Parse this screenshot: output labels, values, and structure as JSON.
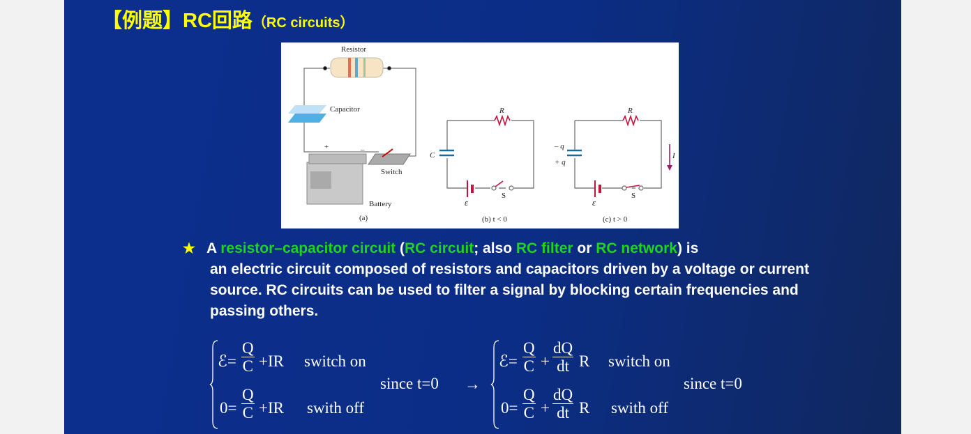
{
  "title": {
    "main": "【例题】RC回路",
    "sub": "（RC circuits）"
  },
  "figure": {
    "resistor_label": "Resistor",
    "capacitor_label": "Capacitor",
    "switch_label": "Switch",
    "battery_label": "Battery",
    "plus": "+",
    "minus": "–",
    "R": "R",
    "C": "C",
    "S": "S",
    "emf": "ε",
    "minus_q": "– q",
    "plus_q": "+ q",
    "I": "I",
    "caption_a": "(a)",
    "caption_b": "(b)  t < 0",
    "caption_c": "(c)  t > 0"
  },
  "paragraph": {
    "star": "★",
    "p1": "A ",
    "g1": "resistor–capacitor circuit",
    "p2": " (",
    "g2": "RC circuit",
    "p3": "; also ",
    "g3": "RC filter",
    "p4": " or ",
    "g4": "RC network",
    "p5": ") is",
    "rest": "an electric circuit composed of resistors and capacitors driven by a voltage or current source. RC circuits can be used to filter a signal by blocking certain frequencies and passing others."
  },
  "equations": {
    "left": {
      "row1_lhs": "ℰ=",
      "row1_num": "Q",
      "row1_den": "C",
      "row1_tail": "+IR",
      "row1_note": "switch on",
      "row2_lhs": "0=",
      "row2_num": "Q",
      "row2_den": "C",
      "row2_tail": "+IR",
      "row2_note": "swith off",
      "since": "since t=0"
    },
    "arrow": "→",
    "right": {
      "row1_lhs": "ℰ=",
      "row1_num": "Q",
      "row1_den": "C",
      "row1_plus": "+",
      "row1_num2": "dQ",
      "row1_den2": "dt",
      "row1_tail": "R",
      "row1_note": "switch on",
      "row2_lhs": "0=",
      "row2_num": "Q",
      "row2_den": "C",
      "row2_plus": "+",
      "row2_num2": "dQ",
      "row2_den2": "dt",
      "row2_tail": "R",
      "row2_note": "swith off",
      "since": "since t=0"
    }
  }
}
